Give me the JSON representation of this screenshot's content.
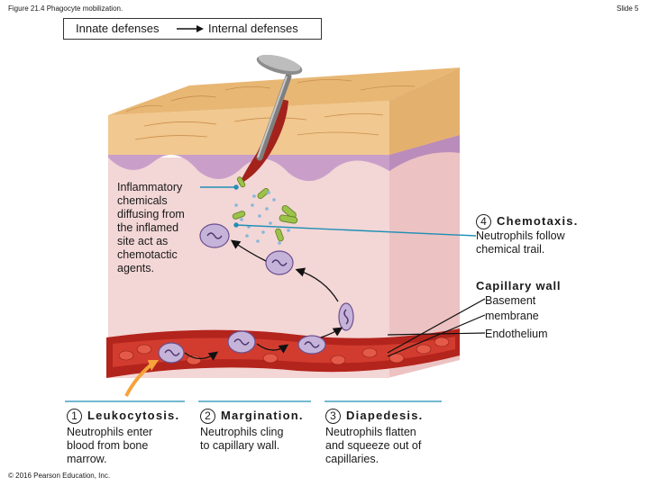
{
  "figure_title": "Figure 21.4 Phagocyte mobilization.",
  "slide_number": "Slide 5",
  "header": {
    "left": "Innate defenses",
    "right": "Internal defenses"
  },
  "inflammatory_label": [
    "Inflammatory",
    "chemicals",
    "diffusing from",
    "the inflamed",
    "site act as",
    "chemotactic",
    "agents."
  ],
  "steps": [
    {
      "number": "1",
      "title": "Leukocytosis.",
      "description": [
        "Neutrophils enter",
        "blood from bone",
        "marrow."
      ]
    },
    {
      "number": "2",
      "title": "Margination.",
      "description": [
        "Neutrophils cling",
        "to capillary wall."
      ]
    },
    {
      "number": "3",
      "title": "Diapedesis.",
      "description": [
        "Neutrophils flatten",
        "and squeeze out of",
        "capillaries."
      ]
    },
    {
      "number": "4",
      "title": "Chemotaxis.",
      "description": [
        "Neutrophils follow",
        "chemical trail."
      ]
    }
  ],
  "capillary": {
    "title": "Capillary wall",
    "basement": [
      "Basement",
      "membrane"
    ],
    "endothelium": "Endothelium"
  },
  "copyright": "© 2016 Pearson Education, Inc.",
  "colors": {
    "epidermis": "#f2c98f",
    "dermis": "#f3d5d5",
    "purple_layer": "#c49ac4",
    "vessel": "#c0281f",
    "nail": "#9a9a9a",
    "neutrophil": "#b9a3cf",
    "bacteria": "#9bbf4a",
    "chemicals": "#7fb0d8",
    "pointer_line": "#1f8fb5"
  }
}
